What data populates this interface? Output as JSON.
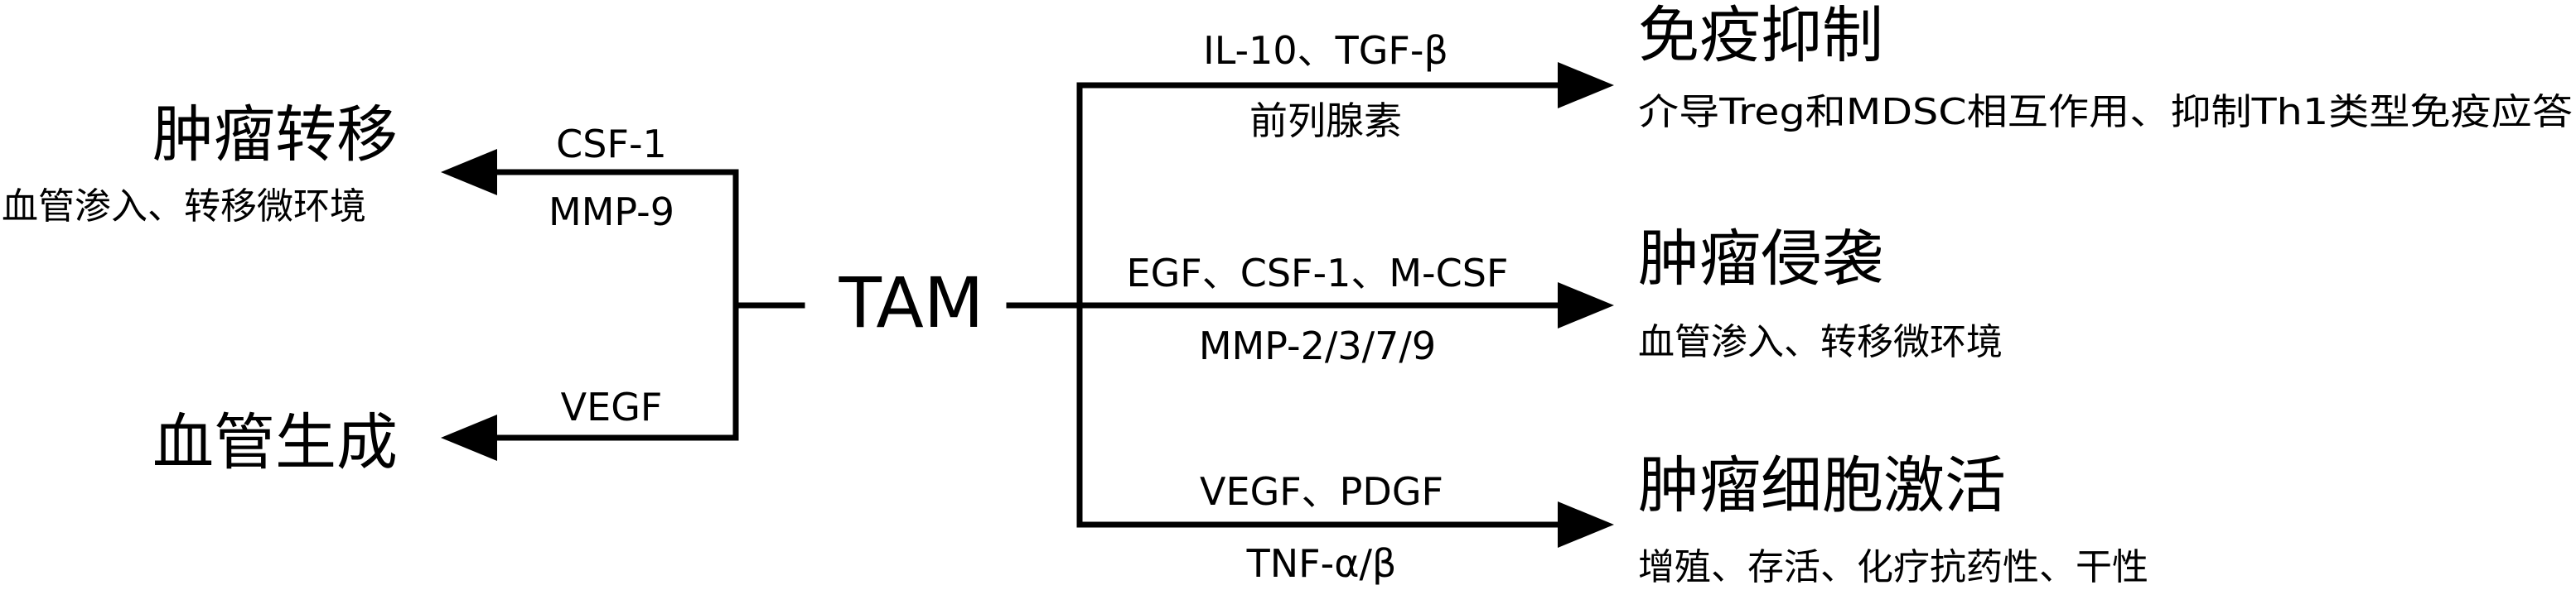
{
  "center_label": "TAM",
  "left": [
    {
      "title": "肿瘤转移",
      "subtitle": "血管渗入、转移微环境",
      "label_above": "CSF-1",
      "label_below": "MMP-9"
    },
    {
      "title": "血管生成",
      "subtitle": "",
      "label_above": "VEGF",
      "label_below": ""
    }
  ],
  "right": [
    {
      "title": "免疫抑制",
      "subtitle": "介导Treg和MDSC相互作用、抑制Th1类型免疫应答",
      "label_above": "IL-10、TGF-β",
      "label_below": "前列腺素"
    },
    {
      "title": "肿瘤侵袭",
      "subtitle": "血管渗入、转移微环境",
      "label_above": "EGF、CSF-1、M-CSF",
      "label_below": "MMP-2/3/7/9"
    },
    {
      "title": "肿瘤细胞激活",
      "subtitle": "增殖、存活、化疗抗药性、干性",
      "label_above": "VEGF、PDGF",
      "label_below": "TNF-α/β"
    }
  ]
}
